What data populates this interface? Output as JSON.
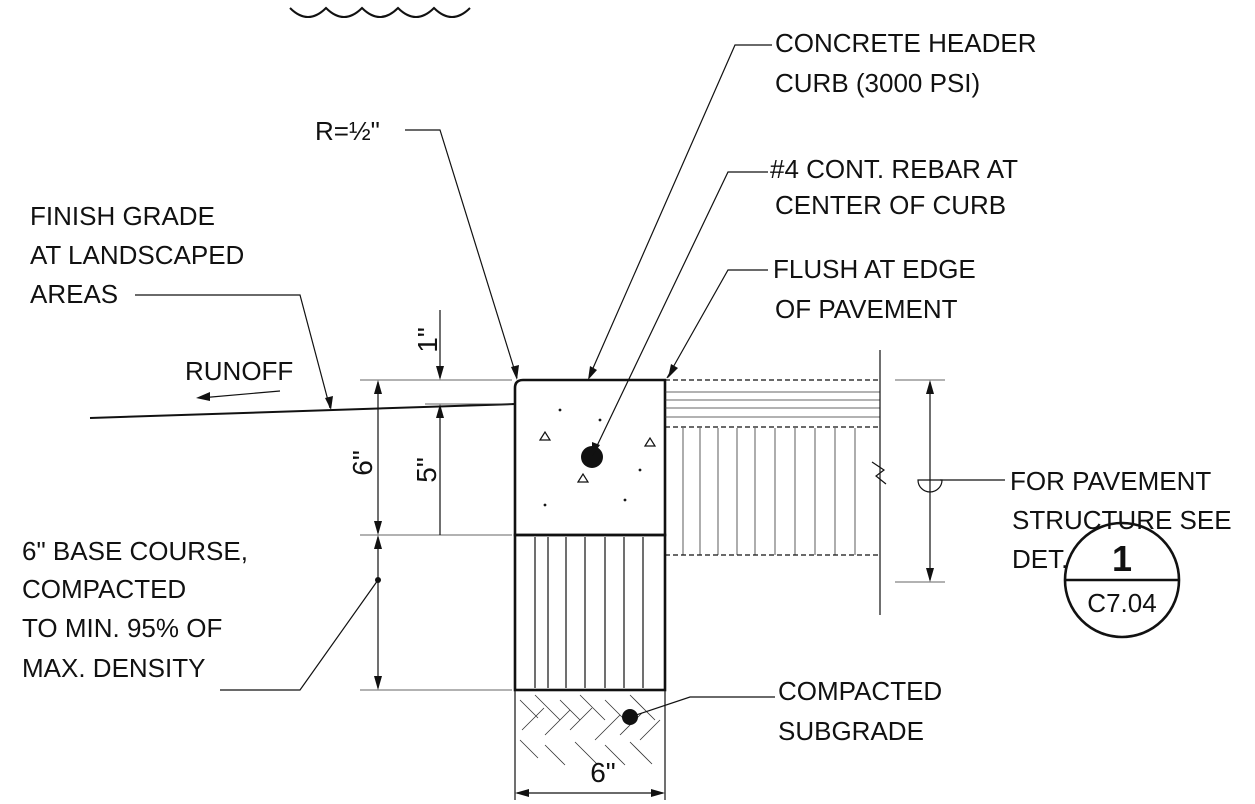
{
  "labels": {
    "concrete_header_1": "CONCRETE HEADER",
    "concrete_header_2": "CURB (3000 PSI)",
    "radius": "R=½\"",
    "rebar_1": "#4 CONT. REBAR AT",
    "rebar_2": "CENTER OF CURB",
    "finish_grade_1": "FINISH GRADE",
    "finish_grade_2": "AT LANDSCAPED",
    "finish_grade_3": "AREAS",
    "flush_1": "FLUSH AT EDGE",
    "flush_2": "OF PAVEMENT",
    "runoff": "RUNOFF",
    "pavement_1": "FOR PAVEMENT",
    "pavement_2": "STRUCTURE SEE",
    "pavement_3": "DET.",
    "base_1": "6\" BASE COURSE,",
    "base_2": "COMPACTED",
    "base_3": "TO MIN. 95% OF",
    "base_4": "MAX. DENSITY",
    "subgrade_1": "COMPACTED",
    "subgrade_2": "SUBGRADE"
  },
  "dimensions": {
    "one_inch": "1\"",
    "six_inch_height": "6\"",
    "five_inch": "5\"",
    "six_inch_width": "6\""
  },
  "detail_callout": {
    "number": "1",
    "sheet": "C7.04"
  },
  "colors": {
    "ink": "#111111",
    "paper": "#ffffff"
  }
}
